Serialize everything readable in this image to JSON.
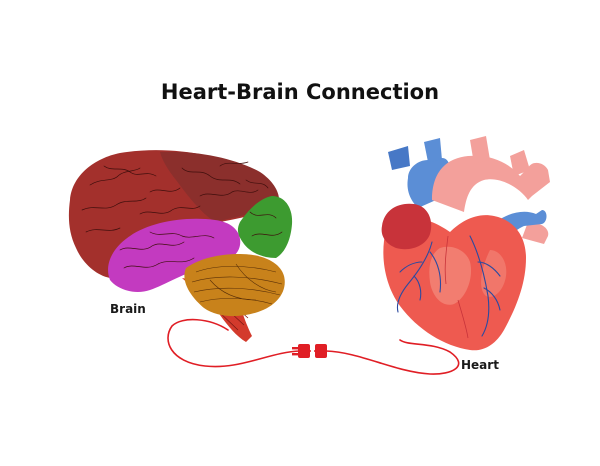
{
  "title": "Heart-Brain Connection",
  "labels": {
    "brain": "Brain",
    "heart": "Heart"
  },
  "colors": {
    "cerebrum": "#a3302c",
    "parietal": "#8b2f2c",
    "temporal": "#c33ac0",
    "occipital": "#3d9b30",
    "cerebellum": "#c8821b",
    "brainstem": "#d33a2c",
    "heart_body": "#ee5a50",
    "heart_highlight": "#f59a8a",
    "aorta": "#f3a09b",
    "vein_blue": "#5b8ed6",
    "vessel_dark": "#2c4aa0",
    "cable": "#e01e25"
  },
  "icons": [
    "brain-illustration",
    "heart-illustration",
    "plug-connector-icon"
  ]
}
